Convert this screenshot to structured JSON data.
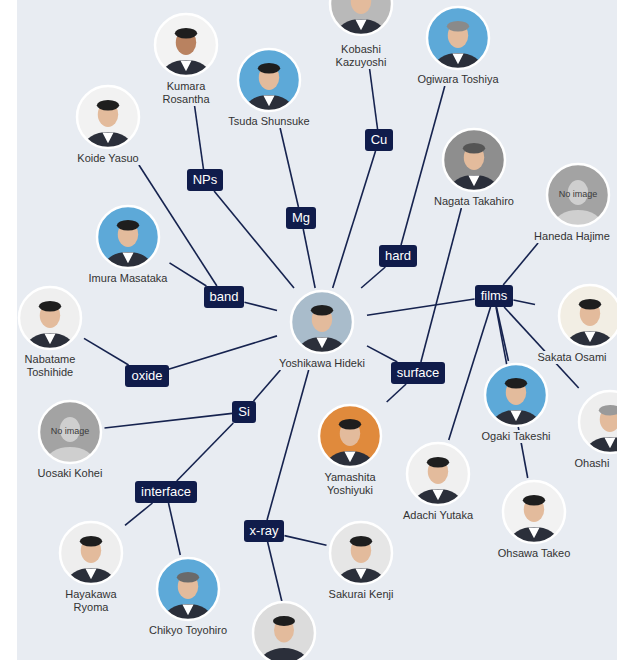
{
  "diagram": {
    "nodes": [
      {
        "text": [
          "Yoshikawa Hideki"
        ]
      },
      {
        "text": [
          "Cu"
        ]
      },
      {
        "text": [
          "NPs"
        ]
      },
      {
        "text": [
          "Mg"
        ]
      },
      {
        "text": [
          "hard"
        ]
      },
      {
        "text": [
          "band"
        ]
      },
      {
        "text": [
          "films"
        ]
      },
      {
        "text": [
          "oxide"
        ]
      },
      {
        "text": [
          "surface"
        ]
      },
      {
        "text": [
          "Si"
        ]
      },
      {
        "text": [
          "interface"
        ]
      },
      {
        "text": [
          "x-ray"
        ]
      },
      {
        "text": [
          "Kobashi Kazuyoshi"
        ]
      },
      {
        "text": [
          "Kumara Rosantha"
        ]
      },
      {
        "text": [
          "Tsuda Shunsuke"
        ]
      },
      {
        "text": [
          "Ogiwara Toshiya"
        ]
      },
      {
        "text": [
          "Koide Yasuo"
        ]
      },
      {
        "text": [
          "Nagata Takahiro"
        ]
      },
      {
        "text": [
          "No image",
          "Haneda Hajime"
        ]
      },
      {
        "text": [
          "Imura Masataka"
        ]
      },
      {
        "text": [
          "Nabatame Toshihide"
        ]
      },
      {
        "text": [
          "Sakata Osami"
        ]
      },
      {
        "text": [
          "Ogaki Takeshi"
        ]
      },
      {
        "text": [
          "No image",
          "Uosaki Kohei"
        ]
      },
      {
        "text": [
          "Yamashita Yoshiyuki"
        ]
      },
      {
        "text": [
          "Ohashi"
        ]
      },
      {
        "text": [
          "Adachi Yutaka"
        ]
      },
      {
        "text": [
          "Ohsawa Takeo"
        ]
      },
      {
        "text": [
          "Hayakawa Ryoma"
        ]
      },
      {
        "text": [
          "Sakurai Kenji"
        ]
      },
      {
        "text": [
          "Chikyo Toyohiro"
        ]
      }
    ],
    "edges": [
      {
        "from": 0,
        "to": 1,
        "arrow": "none"
      },
      {
        "from": 0,
        "to": 2,
        "arrow": "none"
      },
      {
        "from": 0,
        "to": 3,
        "arrow": "none"
      },
      {
        "from": 0,
        "to": 4,
        "arrow": "none"
      },
      {
        "from": 0,
        "to": 5,
        "arrow": "none"
      },
      {
        "from": 0,
        "to": 6,
        "arrow": "none"
      },
      {
        "from": 0,
        "to": 7,
        "arrow": "none"
      },
      {
        "from": 0,
        "to": 8,
        "arrow": "none"
      },
      {
        "from": 0,
        "to": 9,
        "arrow": "none"
      },
      {
        "from": 0,
        "to": 11,
        "arrow": "none"
      },
      {
        "from": 1,
        "to": 12,
        "arrow": "none"
      },
      {
        "from": 2,
        "to": 13,
        "arrow": "none"
      },
      {
        "from": 3,
        "to": 14,
        "arrow": "none"
      },
      {
        "from": 4,
        "to": 15,
        "arrow": "none"
      },
      {
        "from": 5,
        "to": 16,
        "arrow": "none"
      },
      {
        "from": 5,
        "to": 19,
        "arrow": "none"
      },
      {
        "from": 6,
        "to": 18,
        "arrow": "none"
      },
      {
        "from": 6,
        "to": 21,
        "arrow": "none"
      },
      {
        "from": 6,
        "to": 22,
        "arrow": "none"
      },
      {
        "from": 6,
        "to": 25,
        "arrow": "none"
      },
      {
        "from": 6,
        "to": 26,
        "arrow": "none"
      },
      {
        "from": 6,
        "to": 27,
        "arrow": "none"
      },
      {
        "from": 7,
        "to": 20,
        "arrow": "none"
      },
      {
        "from": 8,
        "to": 17,
        "arrow": "none"
      },
      {
        "from": 8,
        "to": 24,
        "arrow": "none"
      },
      {
        "from": 9,
        "to": 23,
        "arrow": "none"
      },
      {
        "from": 9,
        "to": 10,
        "arrow": "none"
      },
      {
        "from": 10,
        "to": 28,
        "arrow": "none"
      },
      {
        "from": 10,
        "to": 30,
        "arrow": "none"
      },
      {
        "from": 11,
        "to": 29,
        "arrow": "none"
      }
    ]
  }
}
